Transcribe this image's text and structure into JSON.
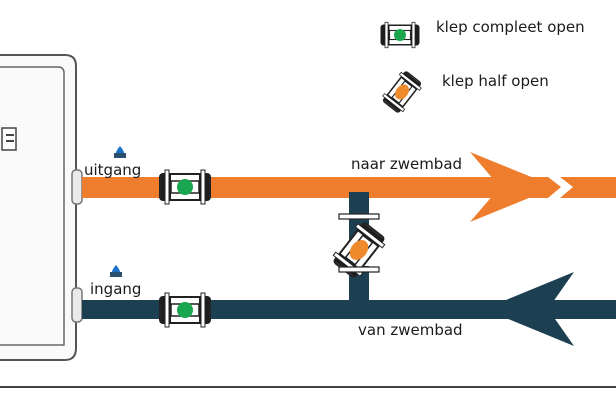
{
  "legend": {
    "open_label": "klep compleet open",
    "half_open_label": "klep half open"
  },
  "pipes": {
    "outlet_label": "uitgang",
    "inlet_label": "ingang",
    "to_pool_label": "naar zwembad",
    "from_pool_label": "van zwembad"
  },
  "colors": {
    "hot_pipe": "#ef7d2e",
    "cold_pipe": "#1c3f52",
    "valve_open": "#1aa64f",
    "valve_half": "#ef8a2d",
    "water_drop": "#1a73c8",
    "unit_outline": "#555555"
  },
  "icons": {
    "valve_open": "valve-open-icon",
    "valve_half_open": "valve-half-open-icon",
    "connection_marker": "water-drop-icon"
  }
}
